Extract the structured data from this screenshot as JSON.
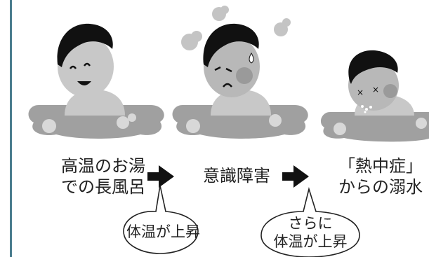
{
  "stages": [
    {
      "line1": "高温のお湯",
      "line2": "での長風呂"
    },
    {
      "line1": "意識障害"
    },
    {
      "line1": "「熱中症」",
      "line2": "からの溺水"
    }
  ],
  "callouts": [
    {
      "line1": "体温が上昇"
    },
    {
      "line1": "さらに",
      "line2": "体温が上昇"
    }
  ],
  "colors": {
    "accent_rule": "#4a7d8e",
    "hair": "#111111",
    "skin": "#c8c8c8",
    "water": "#a0a0a0",
    "steam": "#c4c4c4",
    "text": "#222222"
  }
}
